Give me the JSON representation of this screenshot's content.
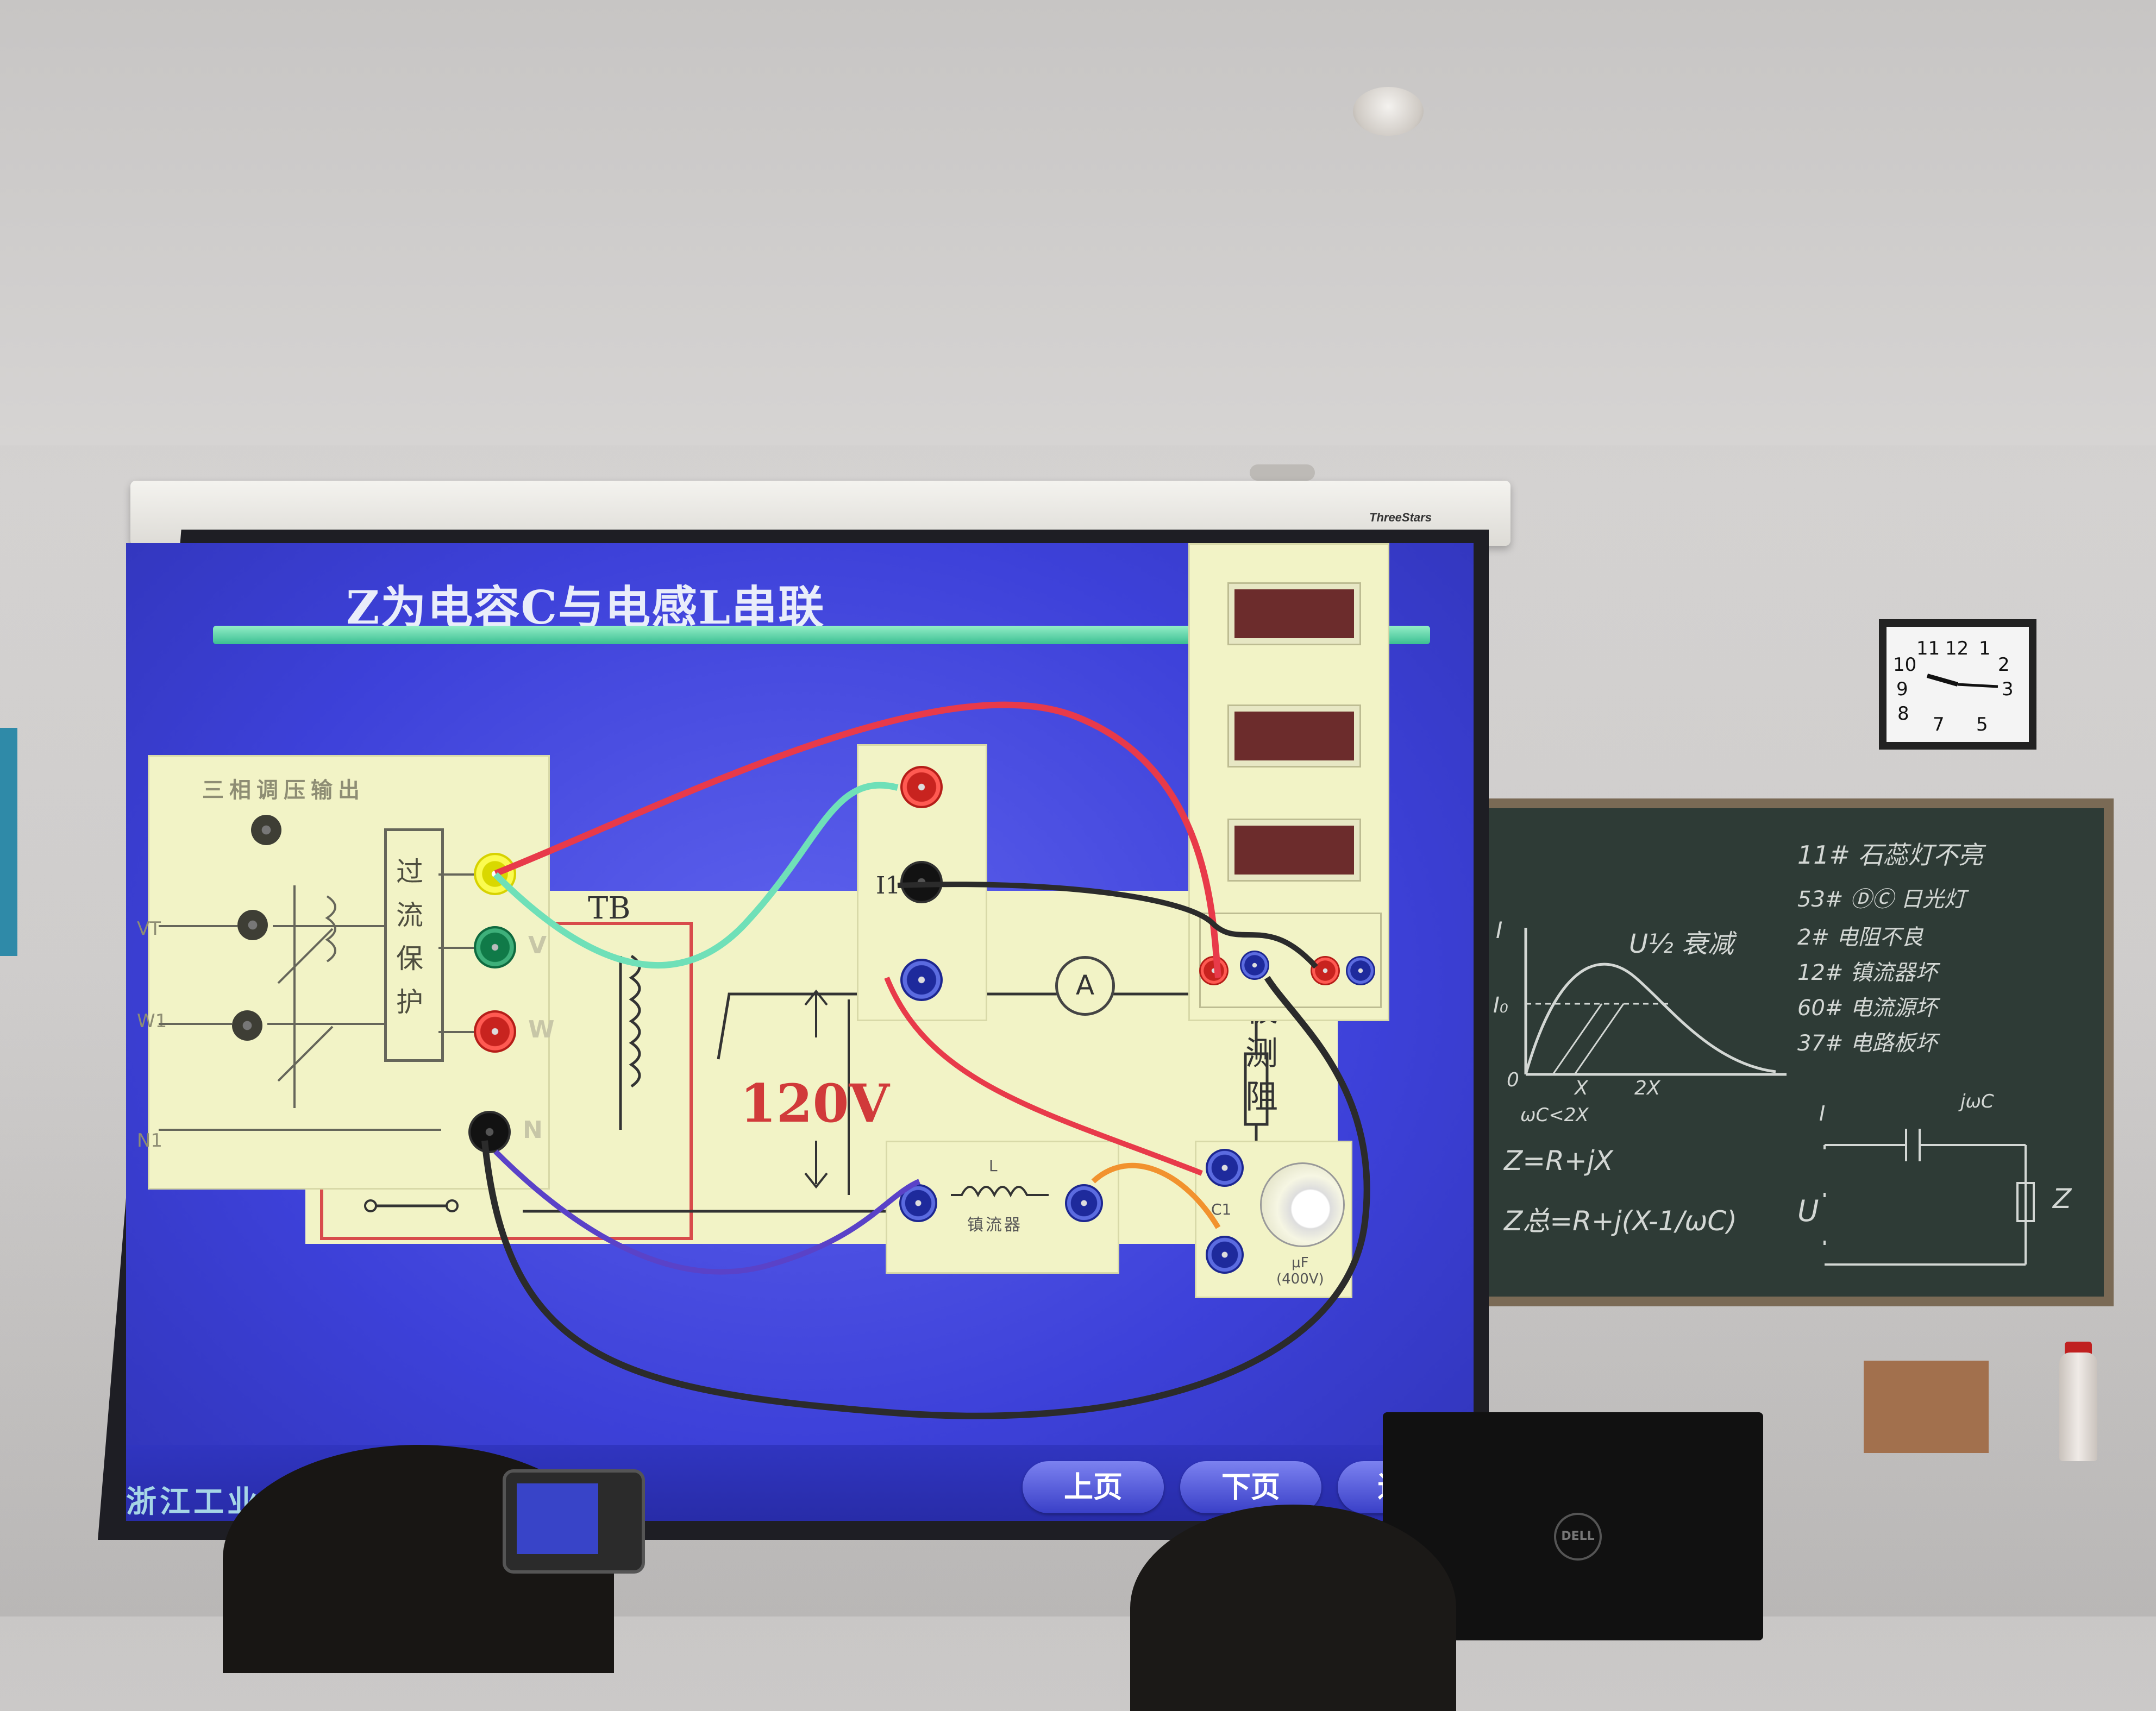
{
  "slide": {
    "title": "Z为电容C与电感L串联",
    "voltage_label": "120V",
    "footer_text": "浙江工业大",
    "nav": {
      "prev_label": "上页",
      "next_label": "下页",
      "more_label": "退"
    },
    "output_panel": {
      "title": "三相调压输出",
      "protect_label": "过流保护",
      "terminals": [
        "V",
        "W",
        "N"
      ],
      "side_labels": [
        "VT",
        "W1",
        "N1"
      ]
    },
    "transformer_label": "TB",
    "current_panel_label": "I1",
    "ammeter_label": "A",
    "resistor_label": "被测阻",
    "choke": {
      "symbol": "L",
      "label": "镇流器"
    },
    "capacitor": {
      "label": "C1",
      "rating_unit": "μF",
      "rating": "(400V)"
    }
  },
  "projector_screen": {
    "brand": "ThreeStars"
  },
  "blackboard": {
    "notes": [
      "11# 石蕊灯不亮",
      "53# ⒹⒸ 日光灯",
      "2#  电阻不良",
      "12# 镇流器坏",
      "60# 电流源坏",
      "37# 电路板坏"
    ],
    "graph": {
      "axis_y": "I",
      "tick_y": "I₀",
      "ticks_x": [
        "0",
        "X",
        "2X"
      ],
      "annotation": "U½ 衰减"
    },
    "equations": [
      "Z=R+jX",
      "Z总=R+j(X-1/ωC)",
      "ωC<2X"
    ],
    "circuit_labels": [
      "I",
      "jωC",
      "U",
      "Z"
    ]
  },
  "clock": {
    "numbers": [
      "12",
      "1",
      "2",
      "3",
      "5",
      "7",
      "8",
      "9",
      "10",
      "11"
    ]
  },
  "monitor": {
    "brand": "DELL"
  }
}
